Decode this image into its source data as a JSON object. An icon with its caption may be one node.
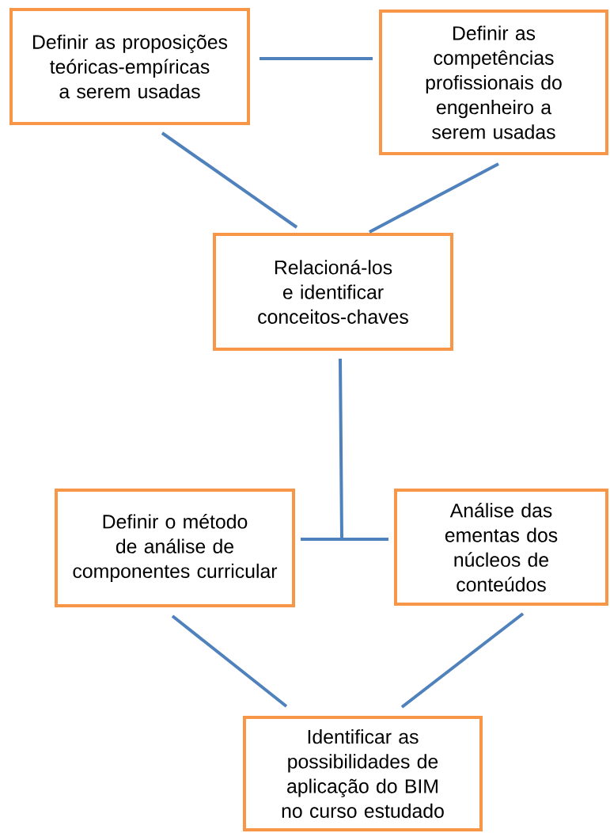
{
  "diagram": {
    "nodes": [
      {
        "text": [
          "Definir as proposições teóricas-empíricas a serem usadas"
        ]
      },
      {
        "text": [
          "Definir as competências profissionais do engenheiro a serem usadas"
        ]
      },
      {
        "text": [
          "Relacioná-los e identificar conceitos-chaves"
        ]
      },
      {
        "text": [
          "Definir o método de análise de componentes curricular"
        ]
      },
      {
        "text": [
          "Análise das ementas dos núcleos de conteúdos"
        ]
      },
      {
        "text": [
          "Identificar as possibilidades de aplicação do BIM no curso estudado"
        ]
      }
    ],
    "edges": [
      {
        "from": 0,
        "to": 1,
        "arrow": "none"
      },
      {
        "from": 0,
        "to": 2,
        "arrow": "none"
      },
      {
        "from": 1,
        "to": 2,
        "arrow": "none"
      },
      {
        "from": 2,
        "to": 3,
        "arrow": "none"
      },
      {
        "from": 2,
        "to": 4,
        "arrow": "none"
      },
      {
        "from": 3,
        "to": 5,
        "arrow": "none"
      },
      {
        "from": 4,
        "to": 5,
        "arrow": "none"
      }
    ]
  }
}
